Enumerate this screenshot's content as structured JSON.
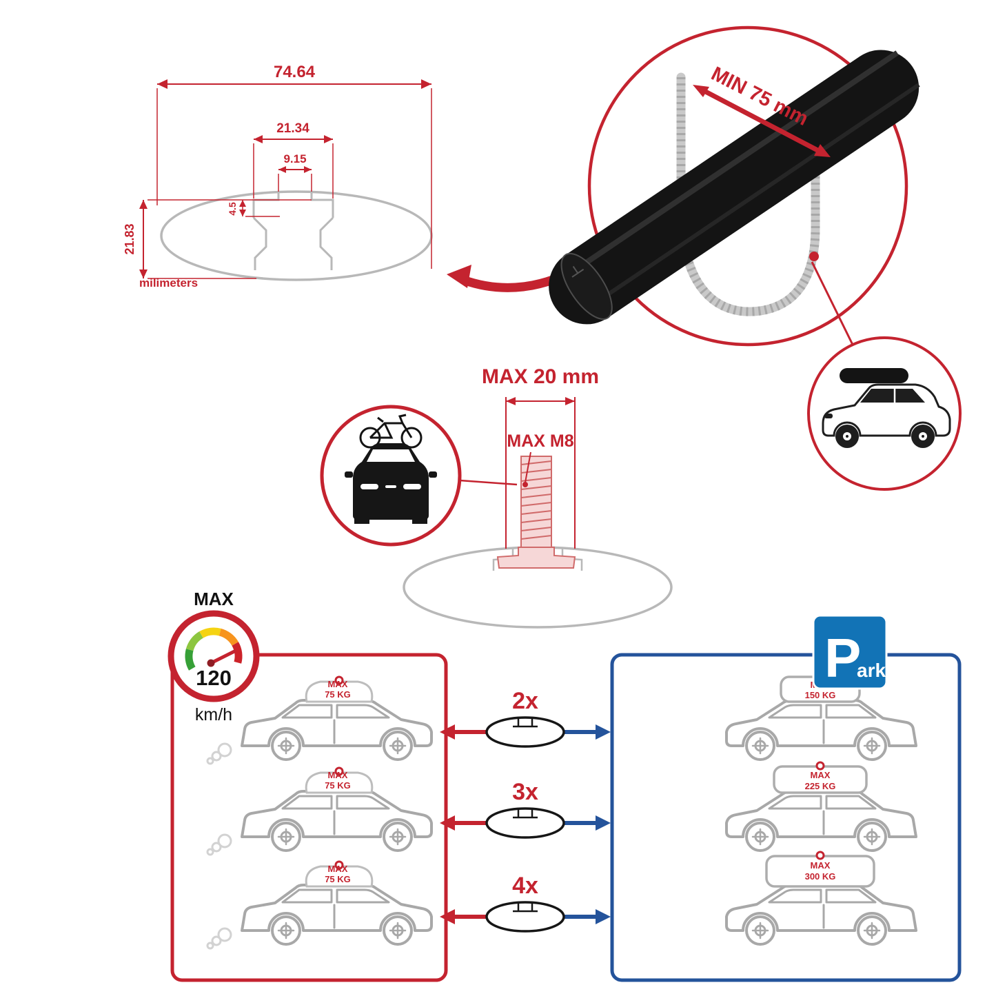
{
  "colors": {
    "accent_red": "#c4232f",
    "accent_blue": "#24539b",
    "park_blue": "#1273b6",
    "drawing_gray": "#b8b8b8",
    "bar_black": "#141414"
  },
  "cross_section": {
    "width_total": "74.64",
    "channel_outer": "21.34",
    "channel_inner": "9.15",
    "lip_depth": "4.5",
    "height_total": "21.83",
    "units": "milimeters"
  },
  "clamp": {
    "min_label": "MIN 75 mm"
  },
  "bolt": {
    "length_label": "MAX 20 mm",
    "thread_label": "MAX M8"
  },
  "speed_limit": {
    "title": "MAX",
    "value": "120",
    "unit": "km/h"
  },
  "rows": [
    {
      "multiplier": "2x",
      "left_max": "MAX",
      "left_kg": "75 KG",
      "right_max": "MAX",
      "right_kg": "150 KG"
    },
    {
      "multiplier": "3x",
      "left_max": "MAX",
      "left_kg": "75 KG",
      "right_max": "MAX",
      "right_kg": "225 KG"
    },
    {
      "multiplier": "4x",
      "left_max": "MAX",
      "left_kg": "75 KG",
      "right_max": "MAX",
      "right_kg": "300 KG"
    }
  ],
  "park": {
    "p": "P",
    "ark": "ark"
  }
}
